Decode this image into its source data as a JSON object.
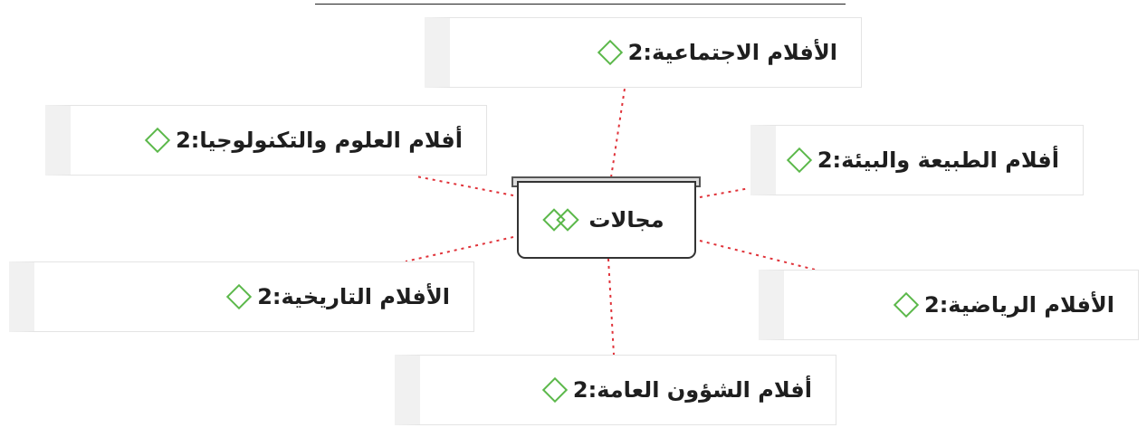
{
  "center": {
    "label": "مجالات"
  },
  "topics": [
    {
      "id": "social",
      "label": "الأفلام الاجتماعية:2"
    },
    {
      "id": "science",
      "label": "أفلام العلوم والتكنولوجيا:2"
    },
    {
      "id": "nature",
      "label": "أفلام الطبيعة والبيئة:2"
    },
    {
      "id": "history",
      "label": "الأفلام التاريخية:2"
    },
    {
      "id": "sports",
      "label": "الأفلام الرياضية:2"
    },
    {
      "id": "public",
      "label": "أفلام الشؤون العامة:2"
    }
  ],
  "colors": {
    "connector": "#e0333a",
    "diamond": "#5bb84a",
    "border": "#333333"
  }
}
